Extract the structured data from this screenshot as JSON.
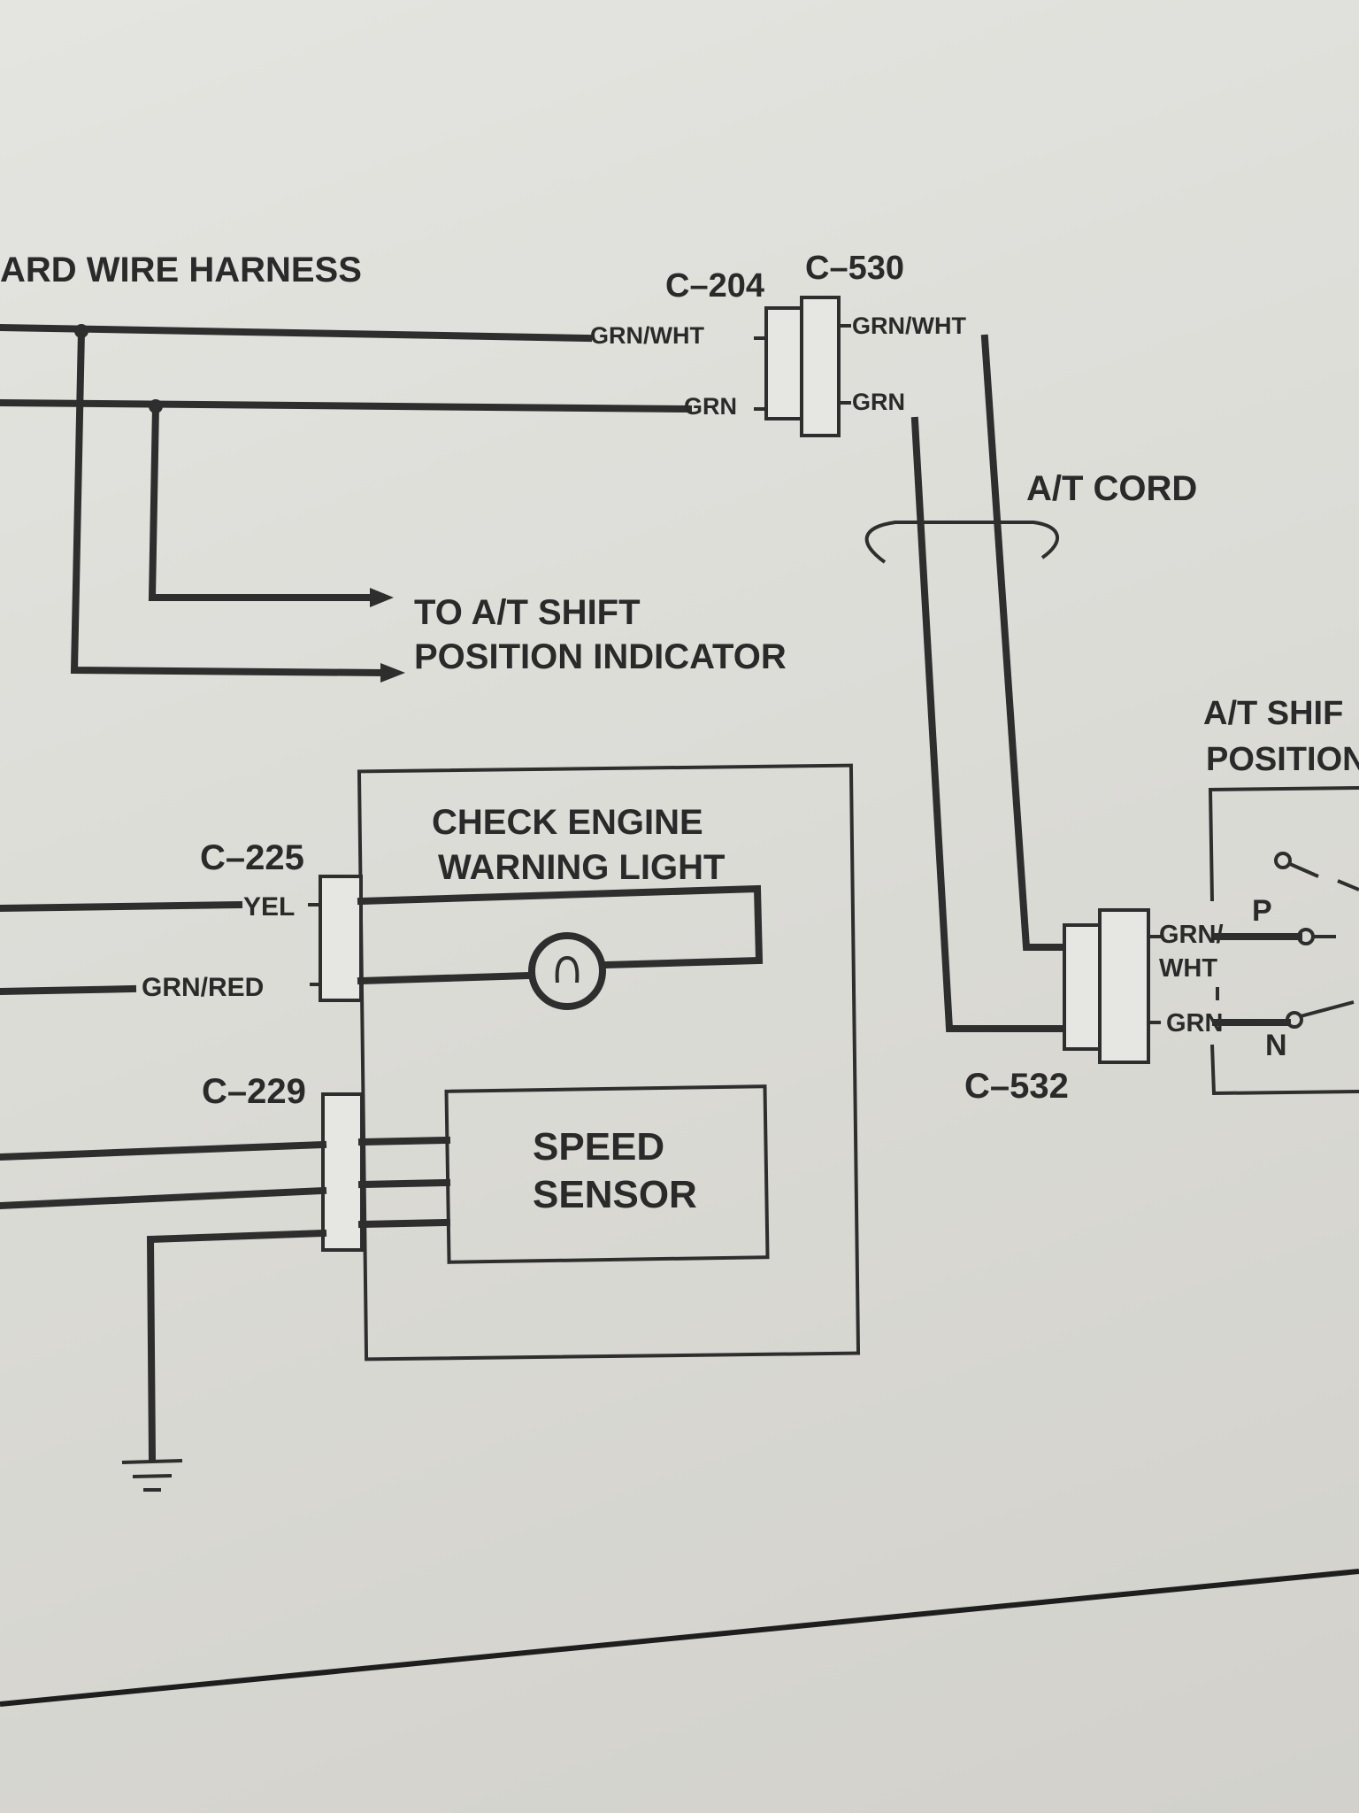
{
  "harness_title": "ARD WIRE HARNESS",
  "connectors": {
    "c204": "C–204",
    "c530": "C–530",
    "c225": "C–225",
    "c229": "C–229",
    "c532": "C–532"
  },
  "wires": {
    "grn_wht_left": "GRN/WHT",
    "grn_left": "GRN",
    "grn_wht_right": "GRN/WHT",
    "grn_right": "GRN",
    "yel": "YEL",
    "grn_red": "GRN/RED",
    "grn_wht_switch_1": "GRN/",
    "grn_wht_switch_2": "WHT",
    "grn_switch": "GRN"
  },
  "cord_label": "A/T CORD",
  "indicator_note": {
    "line1": "TO A/T SHIFT",
    "line2": "POSITION INDICATOR"
  },
  "check_engine": {
    "line1": "CHECK ENGINE",
    "line2": "WARNING LIGHT"
  },
  "speed_sensor": {
    "line1": "SPEED",
    "line2": "SENSOR"
  },
  "switch_block": {
    "line1": "A/T SHIF",
    "line2": "POSITION",
    "p_label": "P",
    "n_label": "N"
  }
}
